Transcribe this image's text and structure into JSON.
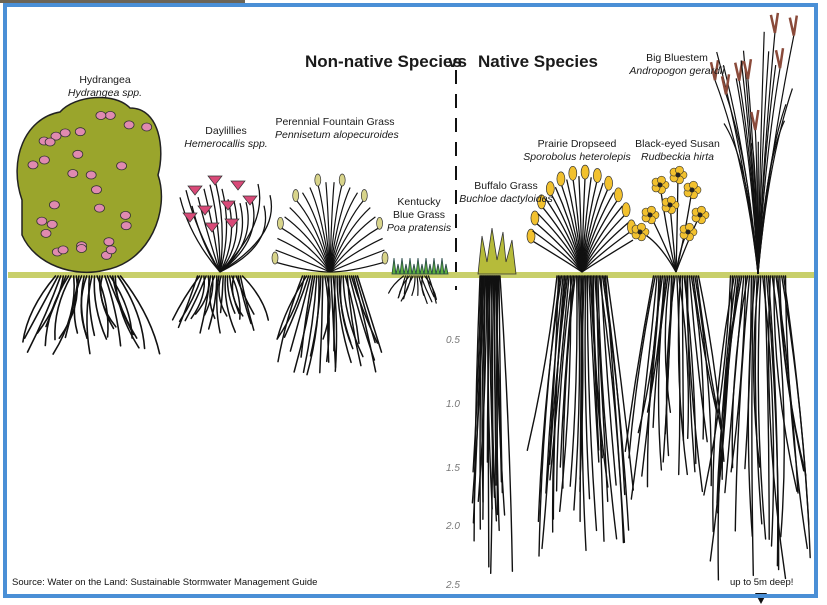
{
  "headings": {
    "non_native": "Non-native Species",
    "vs": "vs",
    "native": "Native Species"
  },
  "plants": [
    {
      "common": "Hydrangea",
      "scientific": "Hydrangea spp."
    },
    {
      "common": "Daylillies",
      "scientific": "Hemerocallis spp."
    },
    {
      "common": "Perennial Fountain Grass",
      "scientific": "Pennisetum alopecuroides"
    },
    {
      "common": "Kentucky Blue Grass",
      "common_line1": "Kentucky",
      "common_line2": "Blue Grass",
      "scientific": "Poa pratensis"
    },
    {
      "common": "Buffalo Grass",
      "scientific": "Buchloe dactyloides"
    },
    {
      "common": "Prairie Dropseed",
      "scientific": "Sporobolus heterolepis"
    },
    {
      "common": "Black-eyed Susan",
      "scientific": "Rudbeckia hirta"
    },
    {
      "common": "Big Bluestem",
      "scientific": "Andropogon gerardii"
    }
  ],
  "depth_scale": [
    "0.5",
    "1.0",
    "1.5",
    "2.0",
    "2.5"
  ],
  "source": "Source: Water on the Land: Sustainable Stormwater Management Guide",
  "deep_note": "up to 5m deep!",
  "colors": {
    "ground_line": "#c8cf6a",
    "shrub_fill": "#9aa52c",
    "petal_pink": "#e08ab0",
    "lily_pink": "#d94a78",
    "seed_yellow": "#f2c12e",
    "grass_green": "#5cae3c",
    "bluestem_seed": "#8a4a3a",
    "frame_blue": "#4a8fd6"
  }
}
